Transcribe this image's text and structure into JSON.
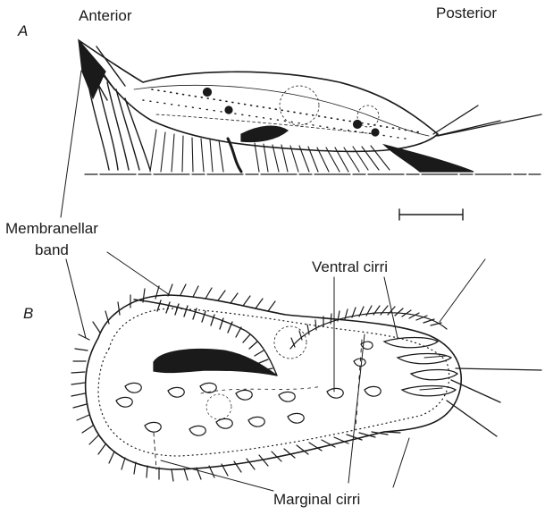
{
  "figure": {
    "panels": {
      "a": "A",
      "b": "B"
    },
    "labels": {
      "anterior": "Anterior",
      "posterior": "Posterior",
      "membranellar_band": "Membranellar\nband",
      "ventral_cirri": "Ventral cirri",
      "marginal_cirri": "Marginal cirri"
    },
    "colors": {
      "ink": "#1a1a1a",
      "background": "#ffffff"
    }
  }
}
